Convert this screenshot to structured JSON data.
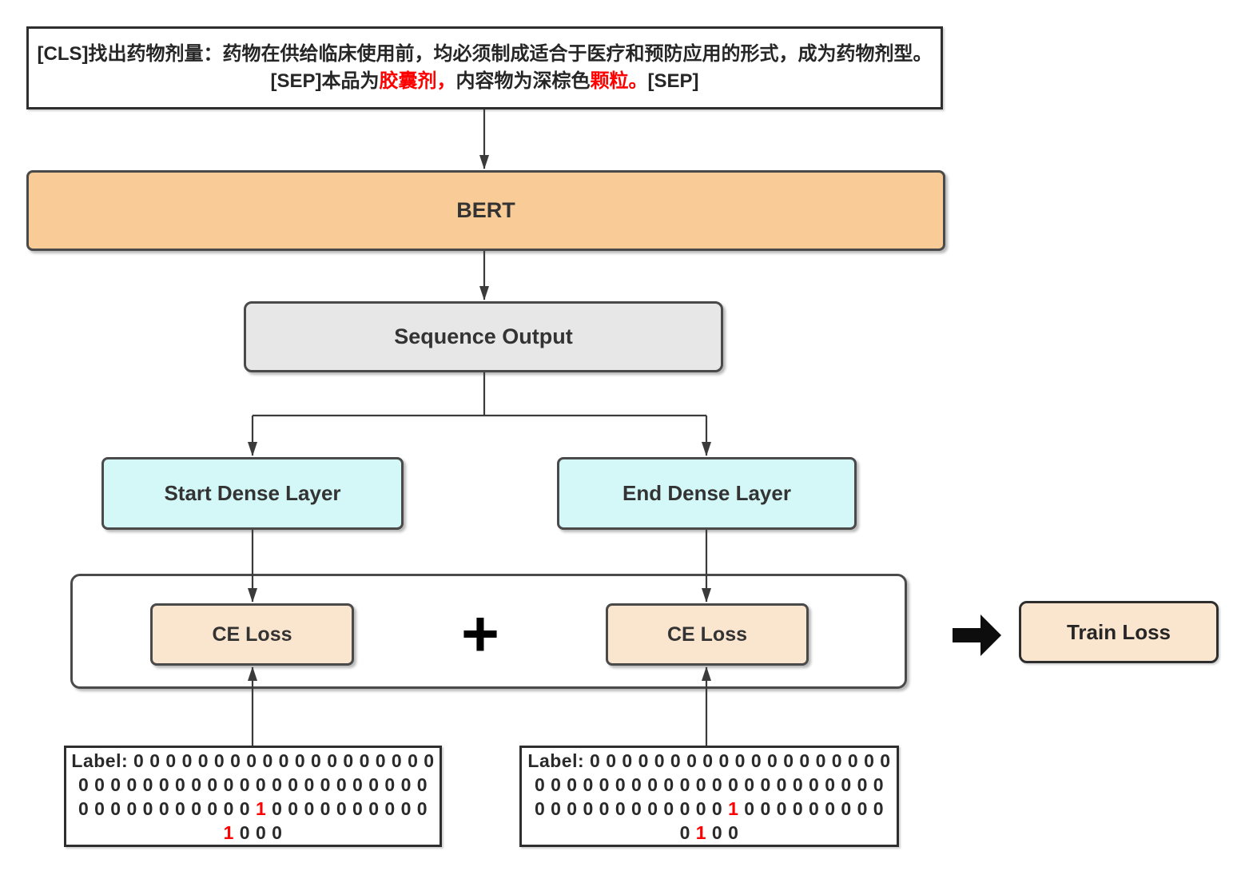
{
  "input_box": {
    "lines": [
      [
        {
          "text": "[CLS]找出药物剂量：药物在供给临床使用前，均必须制成适合于医疗和预防应用的形式，成为药物剂型。",
          "red": false
        }
      ],
      [
        {
          "text": "[SEP]本品为",
          "red": false
        },
        {
          "text": "胶囊剂，",
          "red": true
        },
        {
          "text": "内容物为深棕色",
          "red": false
        },
        {
          "text": "颗粒。",
          "red": true
        },
        {
          "text": "[SEP]",
          "red": false
        }
      ]
    ]
  },
  "bert": {
    "label": "BERT"
  },
  "sequence_output": {
    "label": "Sequence Output"
  },
  "start_dense": {
    "label": "Start Dense Layer"
  },
  "end_dense": {
    "label": "End Dense Layer"
  },
  "loss_section": {
    "ce_loss_left": "CE Loss",
    "ce_loss_right": "CE Loss",
    "plus": "+"
  },
  "train_loss": {
    "label": "Train Loss"
  },
  "start_label_box": {
    "lines": [
      [
        {
          "text": "Label: 0 0 0 0 0 0 0 0 0 0 0 0 0 0 0 0 0 0 0",
          "red": false
        }
      ],
      [
        {
          "text": "0 0 0 0 0 0 0 0 0 0 0 0 0 0 0 0 0 0 0 0 0 0",
          "red": false
        }
      ],
      [
        {
          "text": "0 0 0 0 0 0 0 0 0 0 0 ",
          "red": false
        },
        {
          "text": "1",
          "red": true
        },
        {
          "text": " 0 0 0 0 0 0 0 0 0 0",
          "red": false
        }
      ],
      [
        {
          "text": "1",
          "red": true
        },
        {
          "text": " 0 0 0",
          "red": false
        }
      ]
    ]
  },
  "end_label_box": {
    "lines": [
      [
        {
          "text": "Label: 0 0 0 0 0 0 0 0 0 0 0 0 0 0 0 0 0 0 0",
          "red": false
        }
      ],
      [
        {
          "text": "0 0 0 0 0 0 0 0 0 0 0 0 0 0 0 0 0 0 0 0 0 0",
          "red": false
        }
      ],
      [
        {
          "text": "0 0 0 0 0 0 0 0 0 0 0 0 ",
          "red": false
        },
        {
          "text": "1",
          "red": true
        },
        {
          "text": " 0 0 0 0 0 0 0 0 0",
          "red": false
        }
      ],
      [
        {
          "text": "0 ",
          "red": false
        },
        {
          "text": "1",
          "red": true
        },
        {
          "text": " 0 0",
          "red": false
        }
      ]
    ]
  },
  "colors": {
    "bert_fill": "#F9CB96",
    "sequence_fill": "#E7E7E7",
    "dense_fill": "#D4F7F7",
    "loss_fill": "#FAE5CF",
    "highlight_red": "#FF0000",
    "line": "#3B3B3B"
  }
}
